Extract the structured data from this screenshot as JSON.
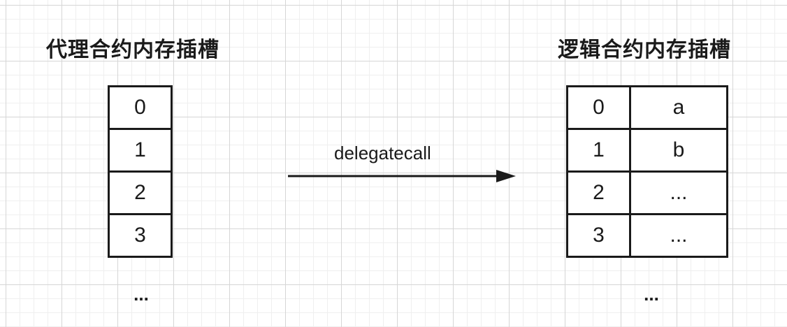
{
  "proxy": {
    "title": "代理合约内存插槽",
    "slots": [
      "0",
      "1",
      "2",
      "3"
    ],
    "ellipsis": "..."
  },
  "logic": {
    "title": "逻辑合约内存插槽",
    "slots": [
      {
        "index": "0",
        "value": "a"
      },
      {
        "index": "1",
        "value": "b"
      },
      {
        "index": "2",
        "value": "..."
      },
      {
        "index": "3",
        "value": "..."
      }
    ],
    "ellipsis": "..."
  },
  "arrow": {
    "label": "delegatecall"
  },
  "colors": {
    "stroke": "#1a1a1a",
    "grid": "#d6d6d6"
  }
}
